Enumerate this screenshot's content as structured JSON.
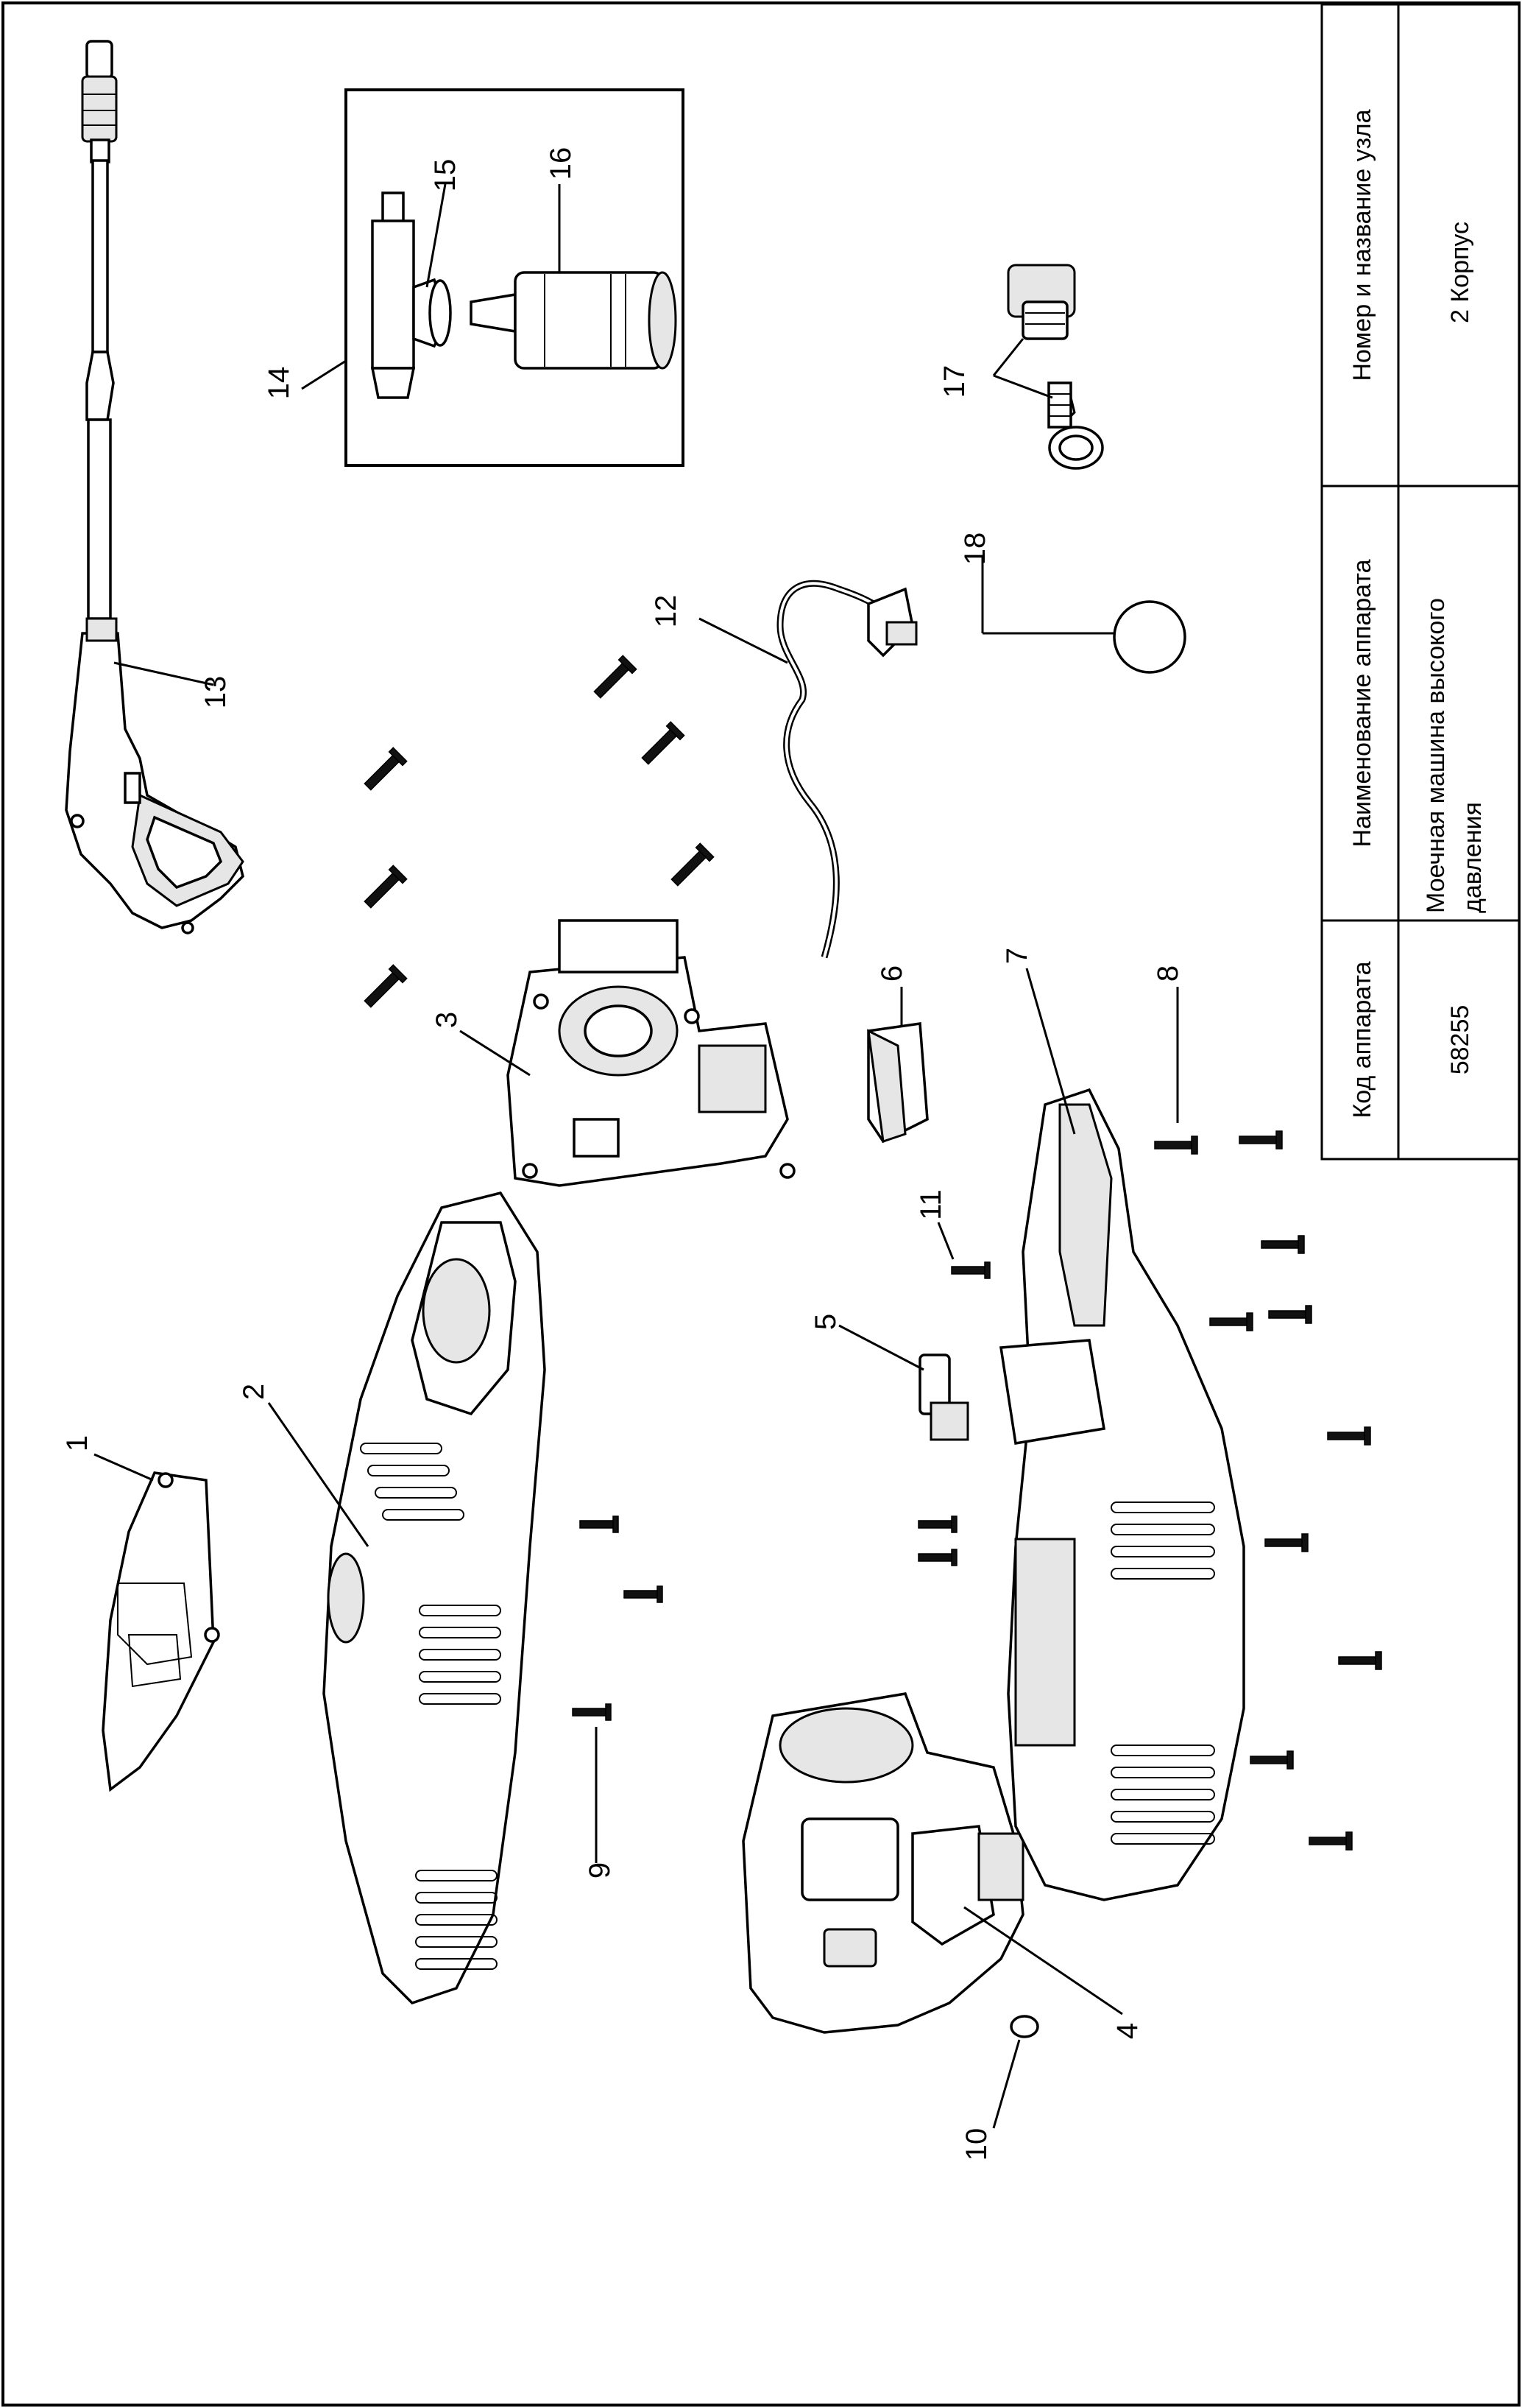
{
  "title_block": {
    "col1_header": "Код аппарата",
    "col1_value": "58255",
    "col2_header": "Наименование аппарата",
    "col2_value_line1": "Моечная машина высокого",
    "col2_value_line2": "давления",
    "col3_header": "Номер и название узла",
    "col3_value": "2 Корпус"
  },
  "callouts": [
    "1",
    "2",
    "3",
    "4",
    "5",
    "6",
    "7",
    "8",
    "9",
    "10",
    "11",
    "12",
    "13",
    "14",
    "15",
    "16",
    "17",
    "18"
  ]
}
